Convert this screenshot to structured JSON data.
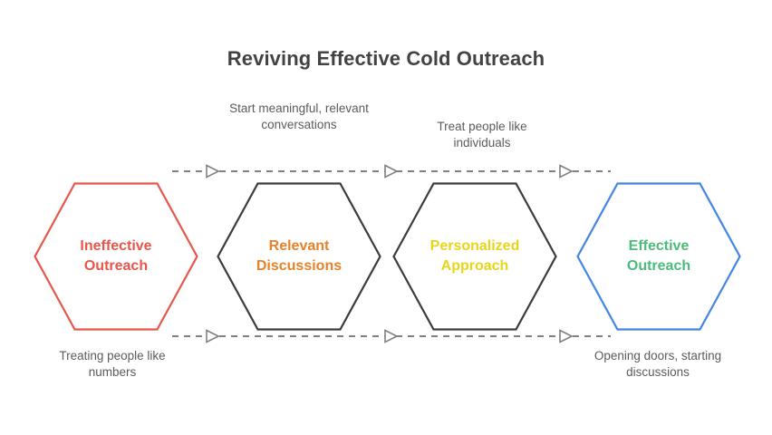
{
  "title": "Reviving Effective Cold Outreach",
  "colors": {
    "title_text": "#434343",
    "caption_text": "#5b5b5b",
    "flow_line": "#808080",
    "hex_red": "#e8564a",
    "hex_dark": "#3c3c3c",
    "hex_blue": "#4285e4",
    "label_red": "#e8564a",
    "label_orange": "#e8822a",
    "label_yellow": "#e8d51a",
    "label_green": "#4cbb7c"
  },
  "stages": [
    {
      "id": "ineffective-outreach",
      "label": "Ineffective\nOutreach",
      "label_color": "#e8564a",
      "border_color": "#e8564a"
    },
    {
      "id": "relevant-discussions",
      "label": "Relevant\nDiscussions",
      "label_color": "#e8822a",
      "border_color": "#3c3c3c"
    },
    {
      "id": "personalized-approach",
      "label": "Personalized\nApproach",
      "label_color": "#e8d51a",
      "border_color": "#3c3c3c"
    },
    {
      "id": "effective-outreach",
      "label": "Effective\nOutreach",
      "label_color": "#4cbb7c",
      "border_color": "#4285e4"
    }
  ],
  "captions": {
    "top": [
      {
        "id": "start-meaningful-conversations",
        "text": "Start meaningful, relevant conversations"
      },
      {
        "id": "treat-people-like-individuals",
        "text": "Treat people like individuals"
      }
    ],
    "bottom": [
      {
        "id": "treating-people-like-numbers",
        "text": "Treating people like numbers"
      },
      {
        "id": "opening-doors-starting-discussions",
        "text": "Opening doors, starting discussions"
      }
    ]
  },
  "flow": {
    "arrow_count": 3,
    "style": "dashed",
    "arrowhead": "hollow-triangle"
  }
}
